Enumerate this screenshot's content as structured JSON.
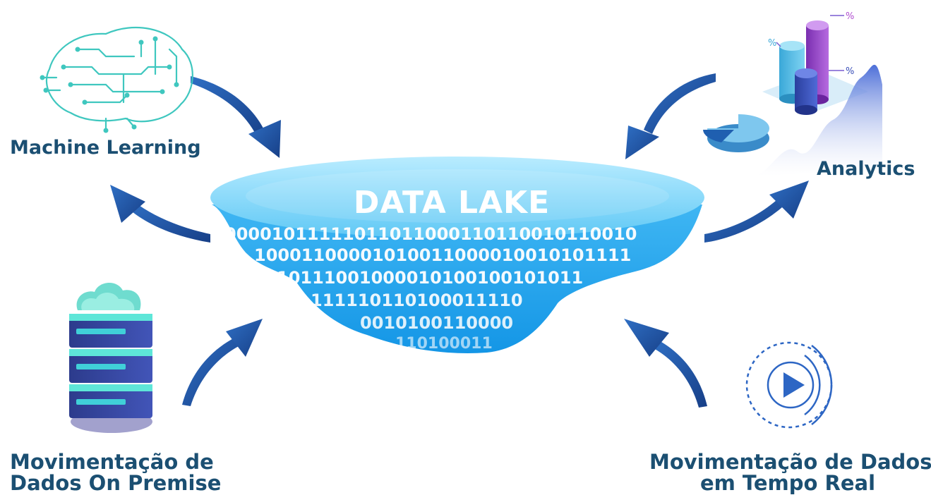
{
  "diagram": {
    "center": {
      "title": "DATA LAKE",
      "binary_rows": [
        "00001011111011011000110110010110010",
        "10001100001010011000010010101111",
        "10111001000010100100101011",
        "111110110100011110",
        "0010100110000",
        "110100011"
      ]
    },
    "nodes": {
      "machine_learning": {
        "label": "Machine Learning",
        "icon": "circuit-brain-icon"
      },
      "analytics": {
        "label": "Analytics",
        "icon": "analytics-chart-icon",
        "chart_marks": [
          "%",
          "%",
          "%"
        ]
      },
      "on_premise": {
        "label_line1": "Movimentação de",
        "label_line2": "Dados On Premise",
        "icon": "server-rack-cloud-icon"
      },
      "real_time": {
        "label_line1": "Movimentação de Dados",
        "label_line2": "em Tempo Real",
        "icon": "streaming-play-icon"
      }
    },
    "colors": {
      "label": "#1b4f72",
      "arrow": "#1f4f9c",
      "lake_light": "#8fdcff",
      "lake_dark": "#1e9ee8"
    }
  }
}
